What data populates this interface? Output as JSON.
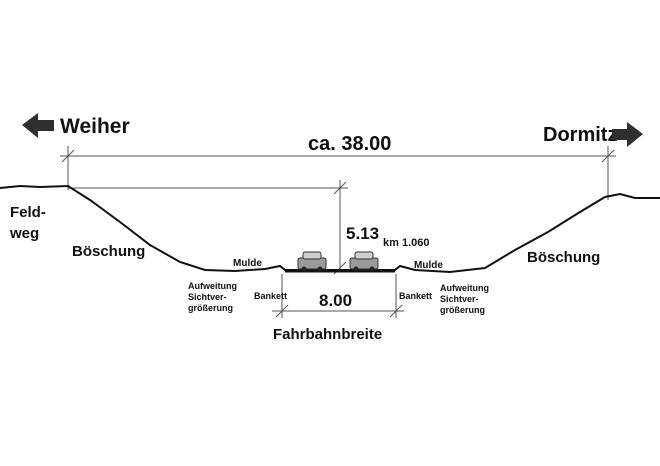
{
  "directions": {
    "left": "Weiher",
    "right": "Dormitz"
  },
  "dimensions": {
    "total_width": "ca. 38.00",
    "depth": "5.13",
    "station": "km 1.060",
    "roadway_width": "8.00",
    "roadway_width_label": "Fahrbahnbreite"
  },
  "labels": {
    "feldweg": [
      "Feld-",
      "weg"
    ],
    "slope_left": "Böschung",
    "slope_right": "Böschung",
    "ditch_left": "Mulde",
    "ditch_right": "Mulde",
    "shoulder_left": "Bankett",
    "shoulder_right": "Bankett",
    "widening_left": [
      "Aufweitung",
      "Sichtver-",
      "größerung"
    ],
    "widening_right": [
      "Aufweitung",
      "Sichtver-",
      "größerung"
    ]
  },
  "colors": {
    "arrow_fill": "#2f2f2f",
    "line": "#111111",
    "dim_line": "#555555",
    "car": "#9a9a9a"
  }
}
